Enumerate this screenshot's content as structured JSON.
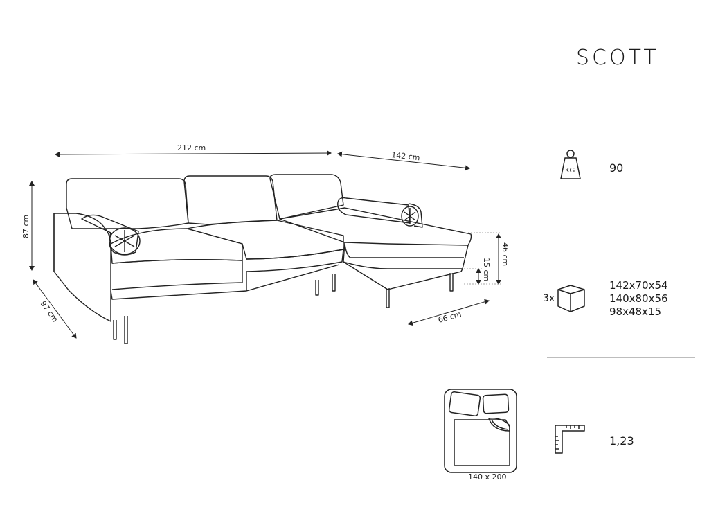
{
  "product": {
    "name": "SCOTT"
  },
  "dimensions": {
    "width_main": "212 cm",
    "width_chaise": "142 cm",
    "height": "87 cm",
    "depth": "97 cm",
    "seat_height": "46 cm",
    "leg_height": "15 cm",
    "chaise_depth": "66 cm"
  },
  "specs": {
    "weight": {
      "icon": "weight-kg-icon",
      "icon_text": "KG",
      "value": "90"
    },
    "packages": {
      "icon": "box-icon",
      "quantity": "3x",
      "items": [
        "142x70x54",
        "140x80x56",
        "98x48x15"
      ]
    },
    "volume": {
      "icon": "ruler-square-icon",
      "value": "1,23"
    }
  },
  "bed": {
    "icon": "bed-icon",
    "label": "140 x 200"
  }
}
